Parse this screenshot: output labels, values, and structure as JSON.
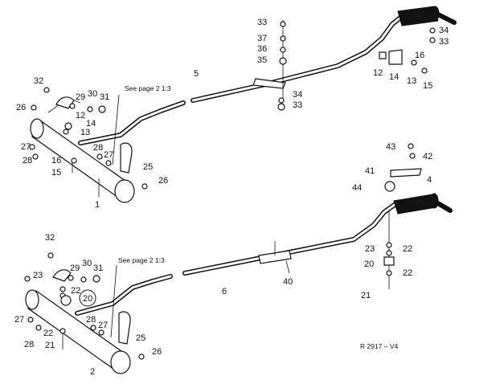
{
  "diagram": {
    "reference": "R 2917 – V4",
    "notes": {
      "top": "See page  2  1:3",
      "bottom": "See page  2  1:3"
    },
    "labels": {
      "l32a": "32",
      "l26a": "26",
      "l29a": "29",
      "l30a": "30",
      "l31a": "31",
      "l12a": "12",
      "l14a": "14",
      "l13a": "13",
      "l27a": "27",
      "l28a": "28",
      "l16a": "16",
      "l15a": "15",
      "l28b": "28",
      "l27b": "27",
      "l25a": "25",
      "l26b": "26",
      "l1": "1",
      "l5": "5",
      "l33a": "33",
      "l37": "37",
      "l36": "36",
      "l35": "35",
      "l34a": "34",
      "l33b": "33",
      "l34b": "34",
      "l33c": "33",
      "l16b": "16",
      "l12b": "12",
      "l14b": "14",
      "l13b": "13",
      "l15b": "15",
      "l43": "43",
      "l42": "42",
      "l41": "41",
      "l4": "4",
      "l44": "44",
      "l23a": "23",
      "l22a": "22",
      "l20a": "20",
      "l22b": "22",
      "l21a": "21",
      "l6": "6",
      "l40": "40",
      "l32b": "32",
      "l23b": "23",
      "l29b": "29",
      "l30b": "30",
      "l31b": "31",
      "l22c": "22",
      "l20b": "20",
      "l27c": "27",
      "l28c": "28",
      "l22d": "22",
      "l21b": "21",
      "l28d": "28",
      "l27d": "27",
      "l25b": "25",
      "l26c": "26",
      "l2": "2"
    }
  }
}
